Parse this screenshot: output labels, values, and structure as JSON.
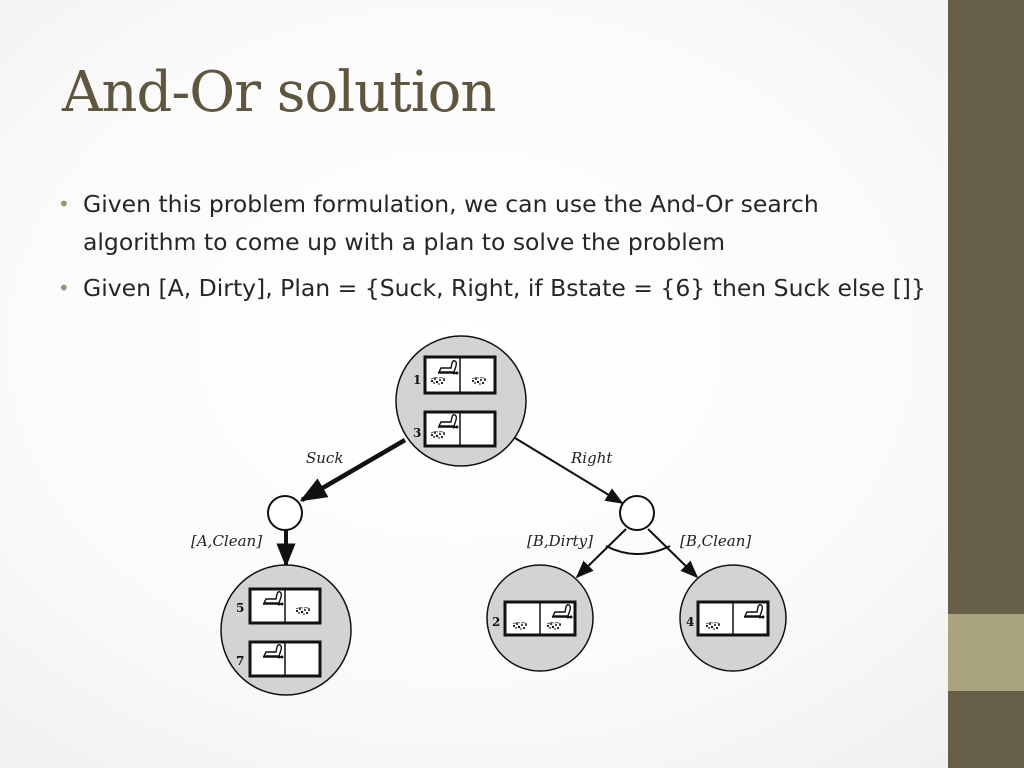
{
  "slide": {
    "title": "And-Or solution",
    "bullets": [
      "Given this problem formulation, we can use the And-Or search algorithm to come up with a plan to solve the problem",
      "Given [A, Dirty], Plan = {Suck, Right, if Bstate = {6} then Suck else []}"
    ]
  },
  "diagram": {
    "root_states": [
      "1",
      "3"
    ],
    "edge_labels": {
      "suck": "Suck",
      "right": "Right"
    },
    "outcome_labels": {
      "a_clean": "[A,Clean]",
      "b_dirty": "[B,Dirty]",
      "b_clean": "[B,Clean]"
    },
    "leaf_states": {
      "left": [
        "5",
        "7"
      ],
      "middle": [
        "2"
      ],
      "right": [
        "4"
      ]
    }
  },
  "colors": {
    "sidebar": "#675e47",
    "sidebar_accent": "#a8a47d",
    "title": "#5f5640",
    "bullet": "#9a9570",
    "node_fill": "#d3d3d3"
  }
}
